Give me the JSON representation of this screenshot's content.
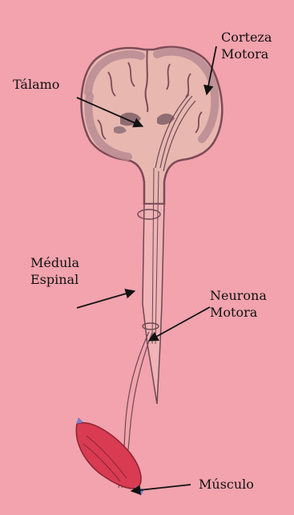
{
  "labels": {
    "corteza_motora": {
      "line1": "Corteza",
      "line2": "Motora"
    },
    "talamo": "Tálamo",
    "medula_espinal": {
      "line1": "Médula",
      "line2": "Espinal"
    },
    "neurona_motora": {
      "line1": "Neurona",
      "line2": "Motora"
    },
    "musculo": "Músculo"
  },
  "colors": {
    "background": "#f2a3ad",
    "brain_fill": "#e7b7b0",
    "brain_outline": "#7d4a57",
    "cortex_gray": "#b88b92",
    "muscle": "#d83b52",
    "tendon": "#7a7fc8",
    "arrow": "#111111"
  }
}
